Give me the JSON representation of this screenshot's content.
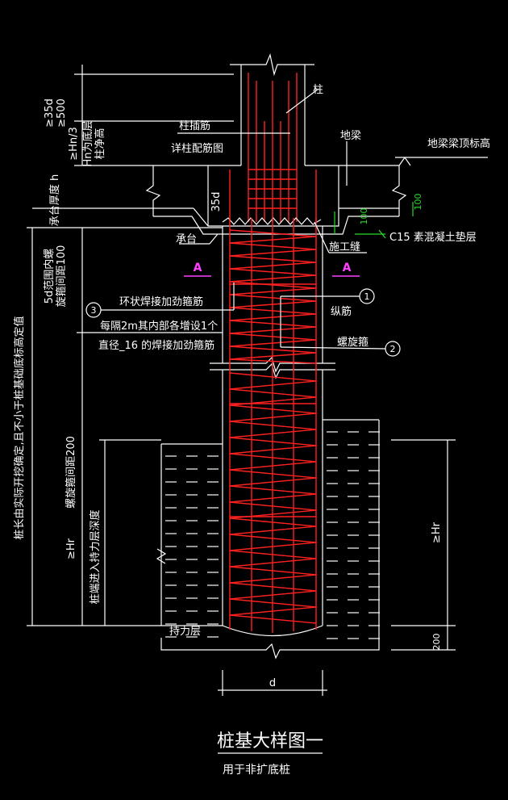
{
  "labels": {
    "pile": "柱",
    "column_dowel": "柱插筋",
    "see_column_detail": "详柱配筋图",
    "ground_beam": "地梁",
    "ground_beam_top": "地梁梁顶标高",
    "cap": "承台",
    "construction_joint": "施工缝",
    "c15_cushion": "C15 素混凝土垫层",
    "section_a_left": "A",
    "section_a_right": "A",
    "ring_stiffener": "环状焊接加劲箍筋",
    "every_2m_1": "每隔2m其内部各增设1个",
    "every_2m_2": "直径_16 的焊接加劲箍筋",
    "longitudinal_bars": "纵筋",
    "spiral_hoop": "螺旋箍",
    "bearing_layer": "持力层",
    "callout_1": "1",
    "callout_2": "2",
    "callout_3": "3"
  },
  "dims": {
    "d35_500": "≥35d\n≥500",
    "hn3": "≥Hn/3",
    "hn_note": "Hn为底层\n柱净高",
    "cap_thickness": "承台厚度 h",
    "d35": "35d",
    "v100": "100",
    "v100b": "100",
    "dense_zone": "5d范围内螺\n旋箍间距100",
    "pile_length_note": "桩长由实际开挖确定,且不小于桩基础底标高定值",
    "spiral_spacing": "螺旋箍间距200",
    "hr_left": "≥Hr",
    "pile_into_bearing": "桩端进入持力层深度",
    "hr_right": "≥Hr",
    "v200": "200",
    "d": "d"
  },
  "title": {
    "main": "桩基大样图一",
    "sub": "用于非扩底桩"
  },
  "colors": {
    "background": "#000000",
    "line": "#ffffff",
    "rebar": "#ff2020",
    "dimension": "#2bd92b",
    "section_mark": "#ff40ff"
  }
}
